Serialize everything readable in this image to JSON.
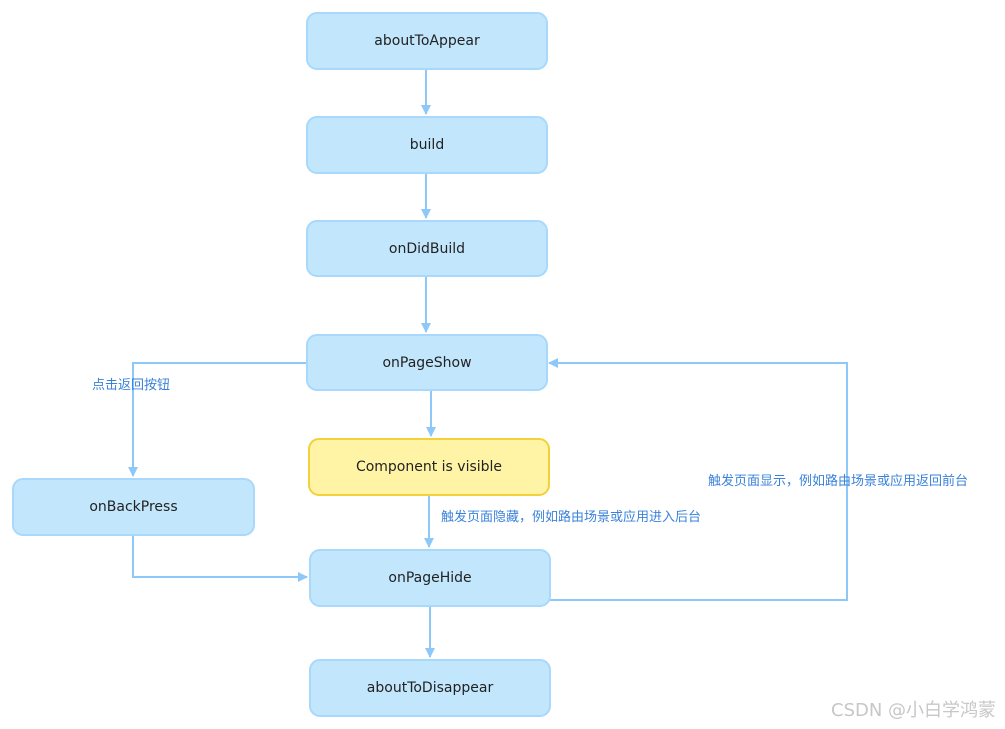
{
  "nodes": {
    "about_to_appear": "aboutToAppear",
    "build": "build",
    "on_did_build": "onDidBuild",
    "on_page_show": "onPageShow",
    "component_visible": "Component is visible",
    "on_back_press": "onBackPress",
    "on_page_hide": "onPageHide",
    "about_to_disappear": "aboutToDisappear"
  },
  "edge_labels": {
    "back_button": "点击返回按钮",
    "to_background": "触发页面隐藏，例如路由场景或应用进入后台",
    "to_foreground": "触发页面显示，例如路由场景或应用返回前台"
  },
  "watermark": "CSDN @小白学鸿蒙",
  "colors": {
    "node_fill": "#c2e7fd",
    "node_border": "#a8d8fb",
    "highlight_fill": "#fff4a6",
    "highlight_border": "#f2d13a",
    "connector": "#8ec8f8",
    "label_text": "#3a82d9"
  }
}
